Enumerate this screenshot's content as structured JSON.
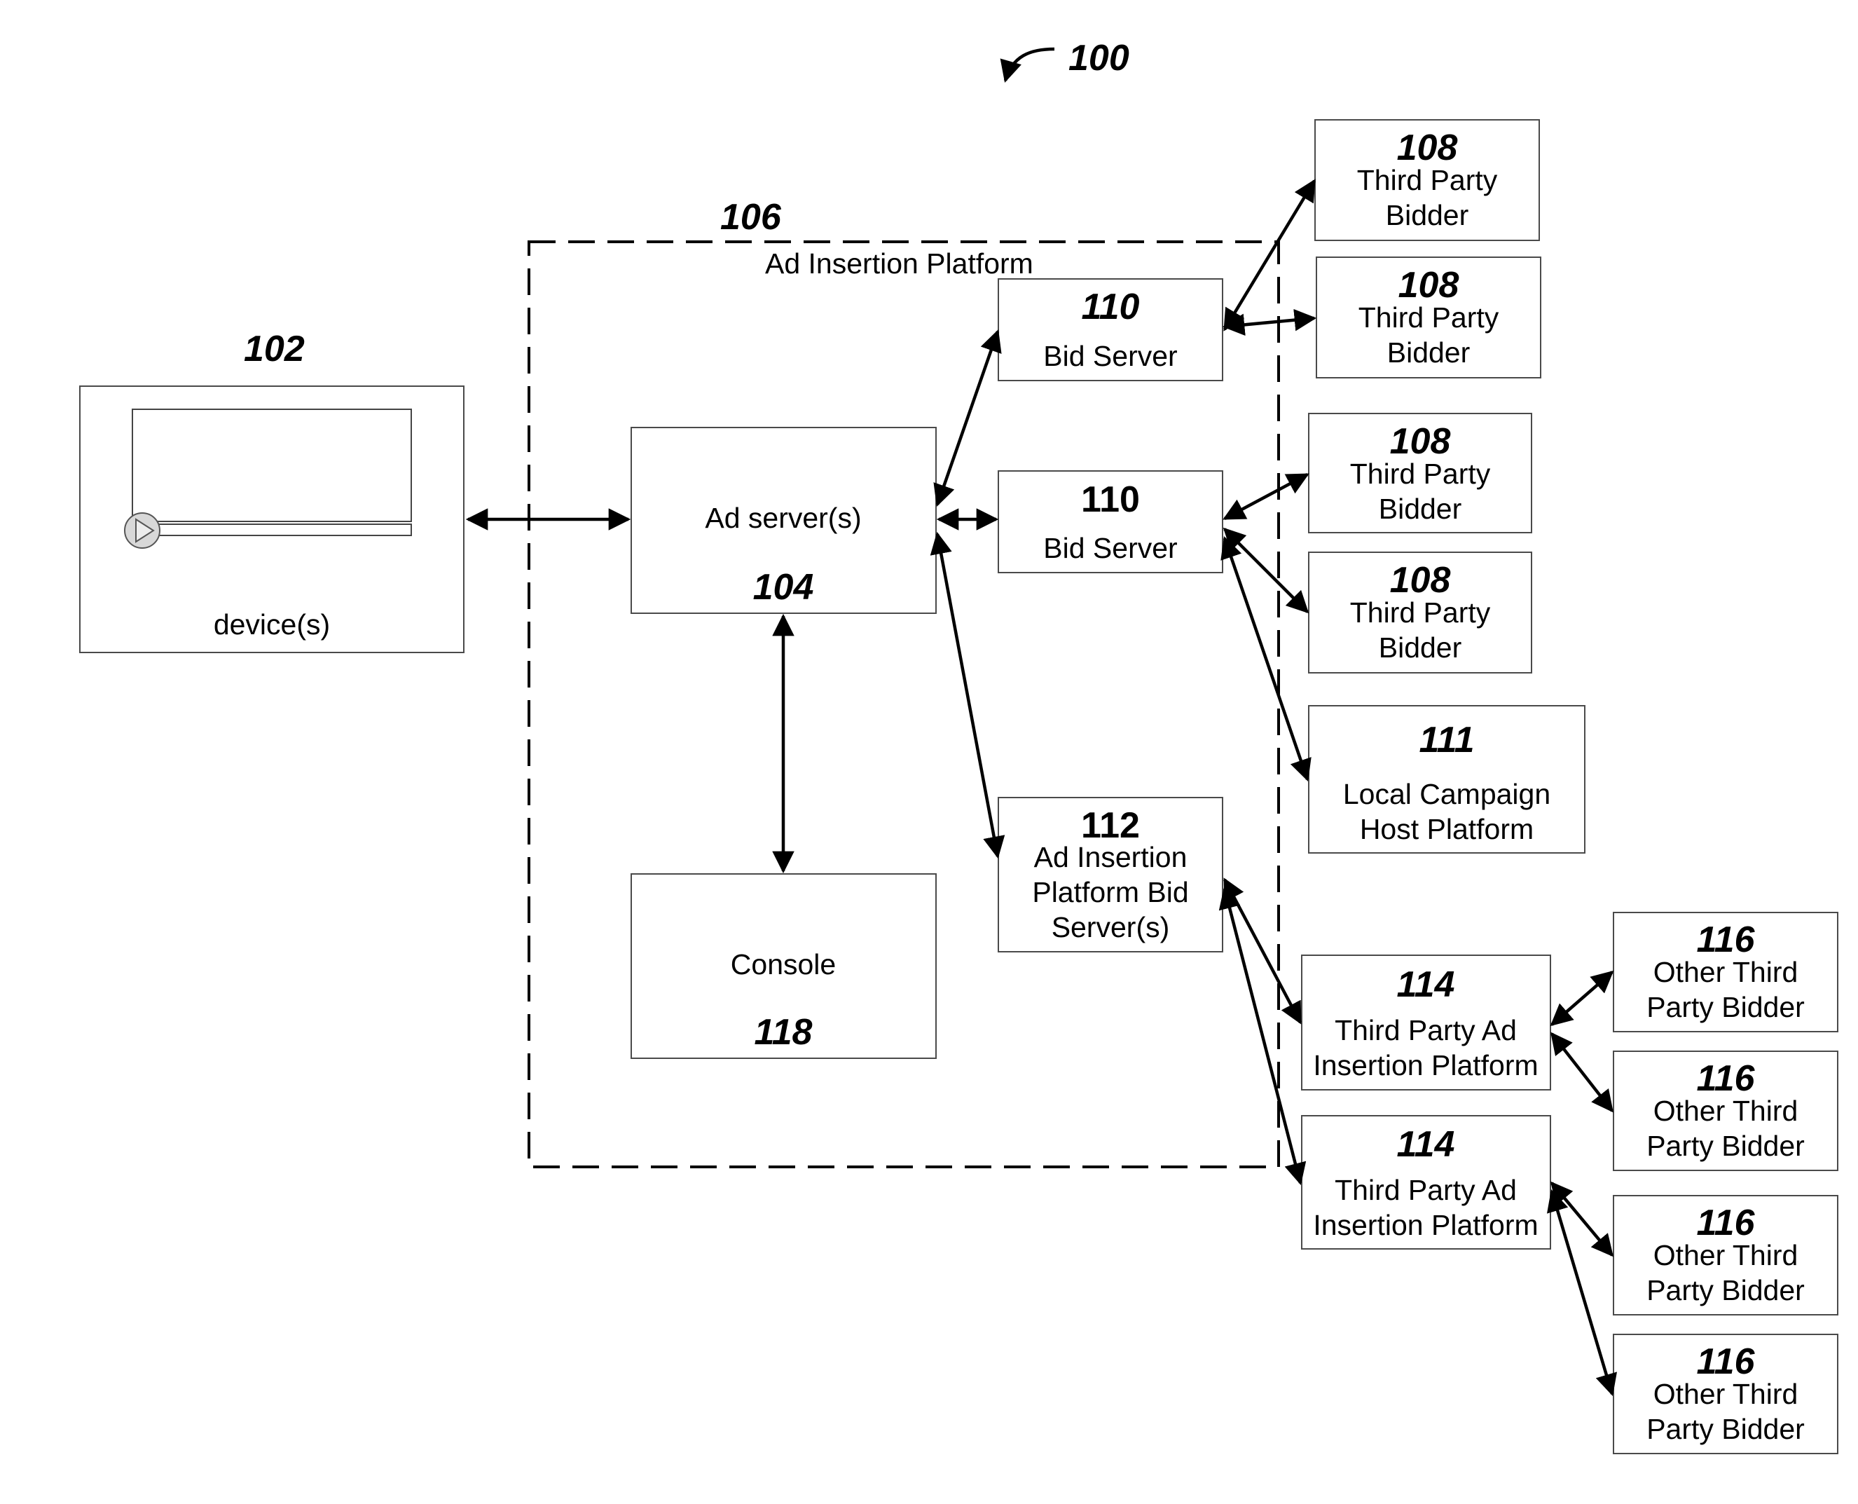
{
  "figure": {
    "ref": "100"
  },
  "platform": {
    "ref": "106",
    "title": "Ad Insertion Platform"
  },
  "device": {
    "ref": "102",
    "label": "device(s)"
  },
  "ad_server": {
    "ref": "104",
    "label": "Ad server(s)"
  },
  "console": {
    "ref": "118",
    "label": "Console"
  },
  "bid_server_top": {
    "ref": "110",
    "label": "Bid Server"
  },
  "bid_server_mid": {
    "ref": "110",
    "label": "Bid Server"
  },
  "ap_bid_server": {
    "ref": "112",
    "line1": "Ad Insertion",
    "line2": "Platform Bid",
    "line3": "Server(s)"
  },
  "bidders": [
    {
      "ref": "108",
      "line1": "Third Party",
      "line2": "Bidder"
    },
    {
      "ref": "108",
      "line1": "Third Party",
      "line2": "Bidder"
    },
    {
      "ref": "108",
      "line1": "Third Party",
      "line2": "Bidder"
    },
    {
      "ref": "108",
      "line1": "Third Party",
      "line2": "Bidder"
    }
  ],
  "local_campaign": {
    "ref": "111",
    "line1": "Local Campaign",
    "line2": "Host Platform"
  },
  "tp_platforms": [
    {
      "ref": "114",
      "line1": "Third Party Ad",
      "line2": "Insertion Platform"
    },
    {
      "ref": "114",
      "line1": "Third Party Ad",
      "line2": "Insertion Platform"
    }
  ],
  "other_bidders": [
    {
      "ref": "116",
      "line1": "Other Third",
      "line2": "Party Bidder"
    },
    {
      "ref": "116",
      "line1": "Other Third",
      "line2": "Party Bidder"
    },
    {
      "ref": "116",
      "line1": "Other Third",
      "line2": "Party Bidder"
    },
    {
      "ref": "116",
      "line1": "Other Third",
      "line2": "Party Bidder"
    }
  ]
}
